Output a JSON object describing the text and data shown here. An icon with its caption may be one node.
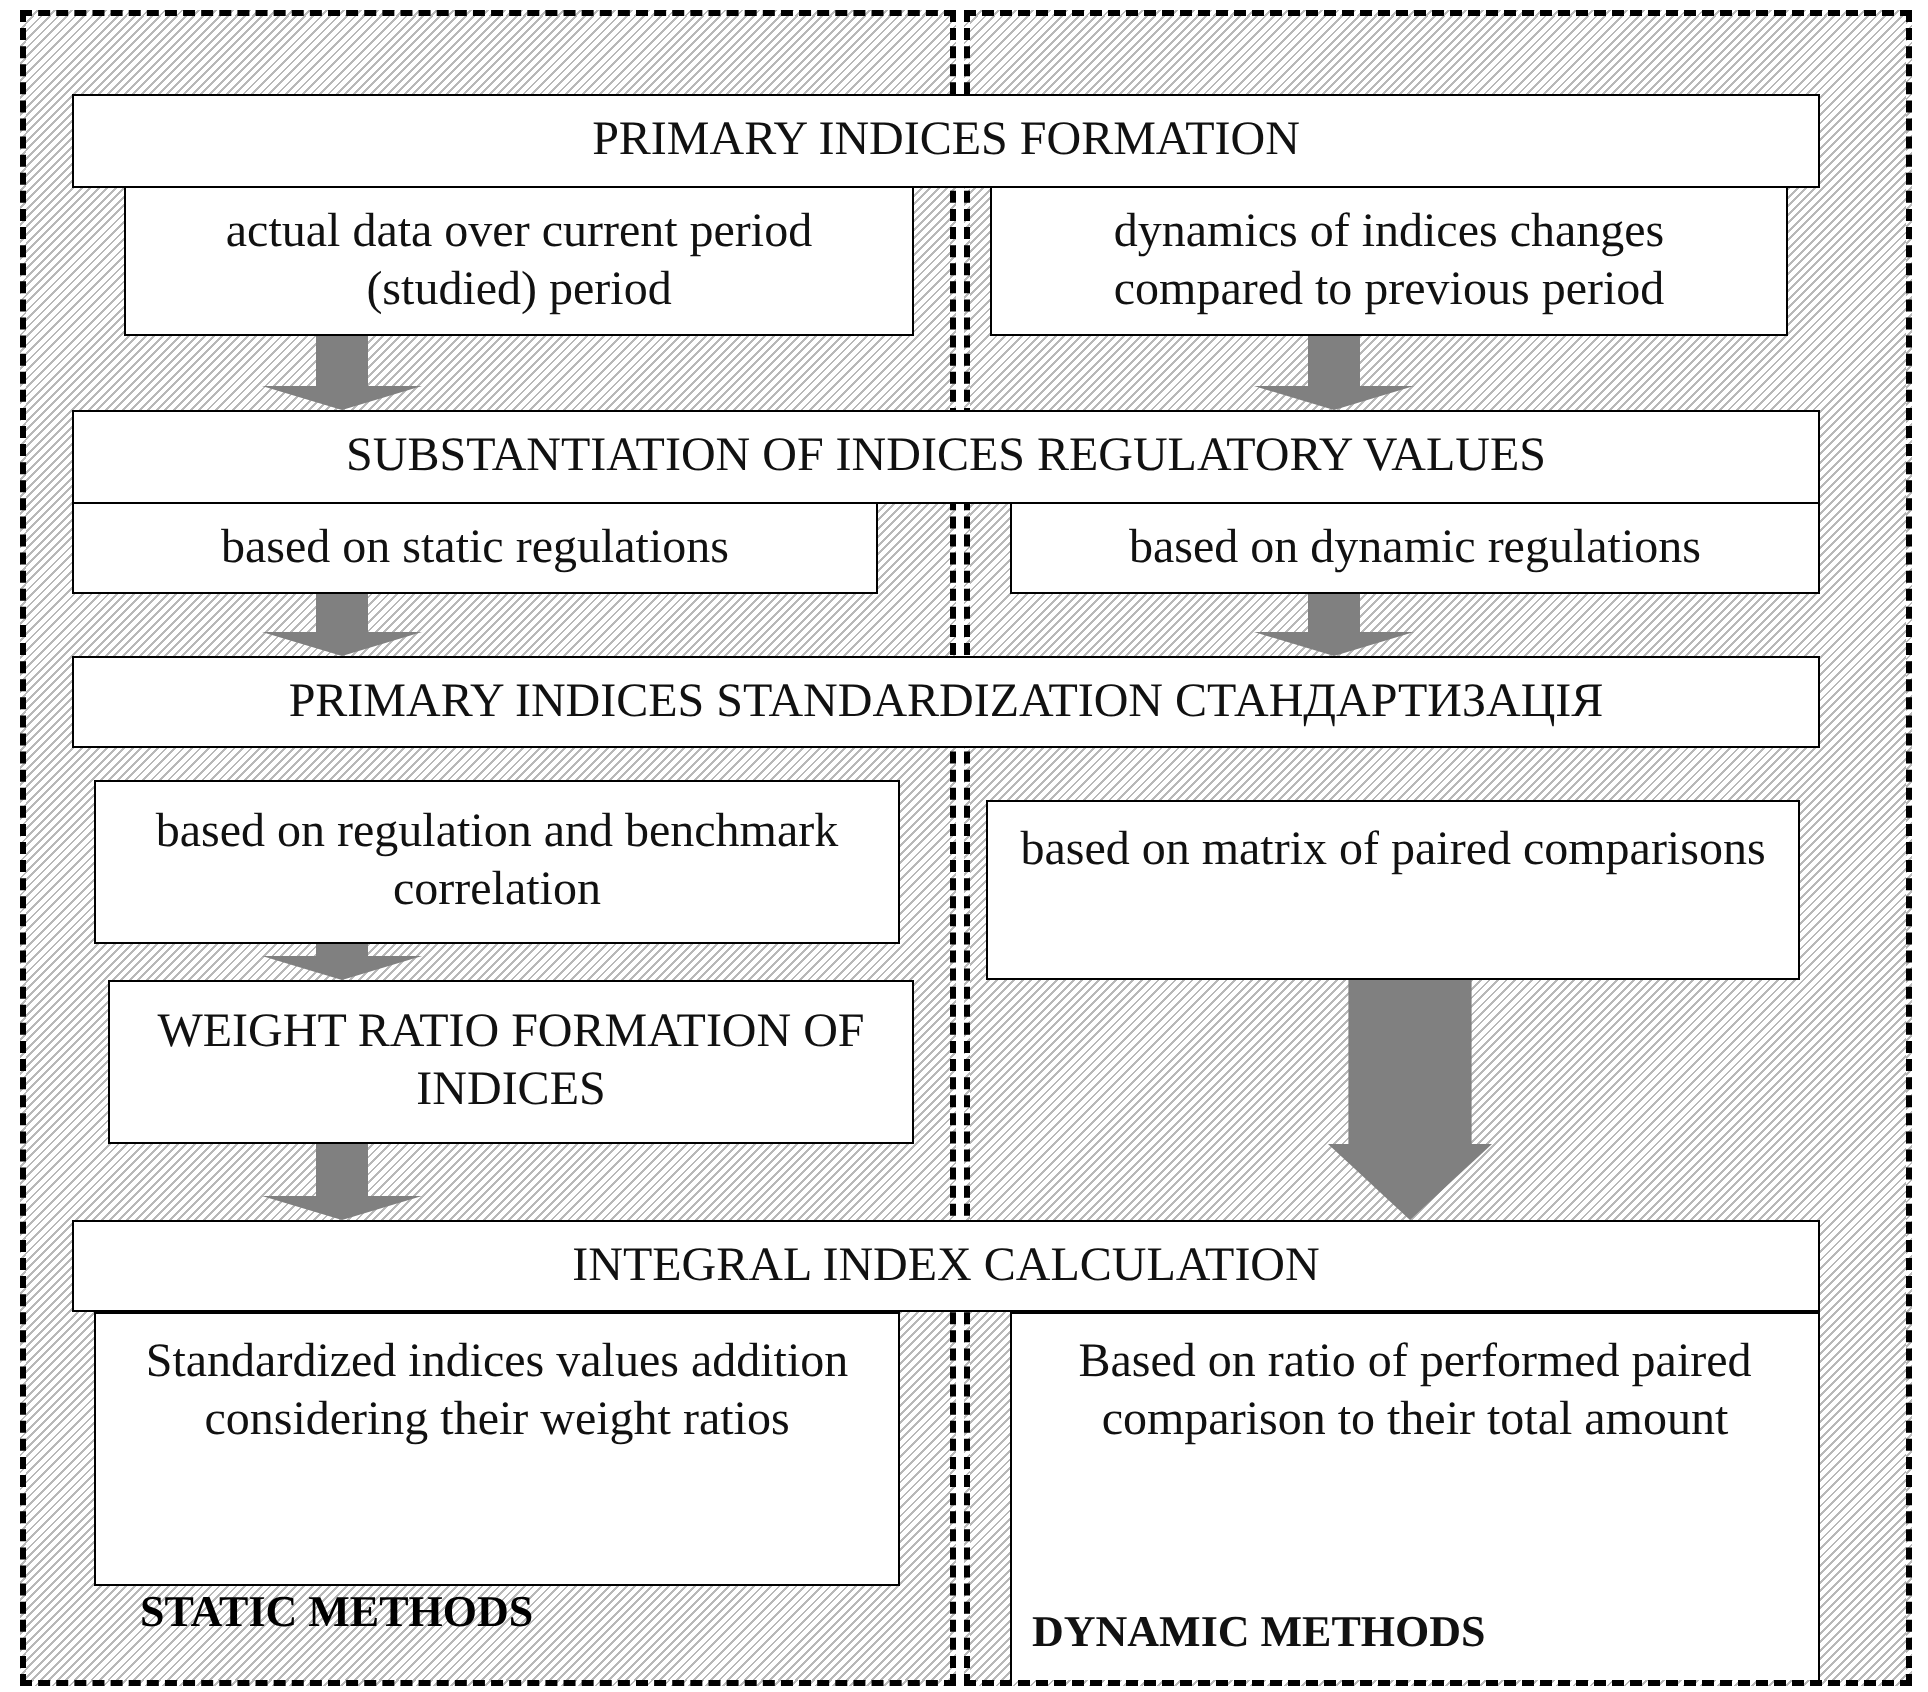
{
  "diagram": {
    "nodes": [
      {
        "text": [
          "STATIC METHODS"
        ]
      },
      {
        "text": [],
        "shape": "box"
      },
      {
        "text": [
          "PRIMARY INDICES FORMATION"
        ]
      },
      {
        "text": [
          "actual data over current period (studied) period"
        ],
        "in": 0
      },
      {
        "text": [
          "dynamics of indices changes compared to previous period"
        ],
        "in": 1
      },
      {
        "text": [
          "SUBSTANTIATION OF INDICES REGULATORY VALUES"
        ]
      },
      {
        "text": [
          "based on static regulations"
        ],
        "in": 0
      },
      {
        "text": [
          "based on dynamic regulations"
        ],
        "in": 1
      },
      {
        "text": [
          "PRIMARY INDICES STANDARDIZATION СТАНДАРТИЗАЦІЯ"
        ]
      },
      {
        "text": [
          "based on regulation and benchmark correlation"
        ],
        "in": 0
      },
      {
        "text": [
          "WEIGHT RATIO FORMATION OF INDICES"
        ],
        "in": 0
      },
      {
        "text": [
          "based on matrix of paired comparisons"
        ],
        "in": 1
      },
      {
        "text": [
          "INTEGRAL INDEX CALCULATION"
        ]
      },
      {
        "text": [
          "Standardized indices values addition considering their weight ratios"
        ],
        "in": 0
      },
      {
        "text": [
          "Based on ratio of performed paired comparison to their total amount",
          "DYNAMIC METHODS"
        ],
        "in": 1
      }
    ],
    "edges": [
      {
        "from": 3,
        "to": 5,
        "arrow": "to"
      },
      {
        "from": 4,
        "to": 5,
        "arrow": "to"
      },
      {
        "from": 6,
        "to": 8,
        "arrow": "to"
      },
      {
        "from": 7,
        "to": 8,
        "arrow": "to"
      },
      {
        "from": 9,
        "to": 10,
        "arrow": "to"
      },
      {
        "from": 10,
        "to": 12,
        "arrow": "to"
      },
      {
        "from": 11,
        "to": 12,
        "arrow": "to",
        "style": "thick"
      }
    ]
  }
}
